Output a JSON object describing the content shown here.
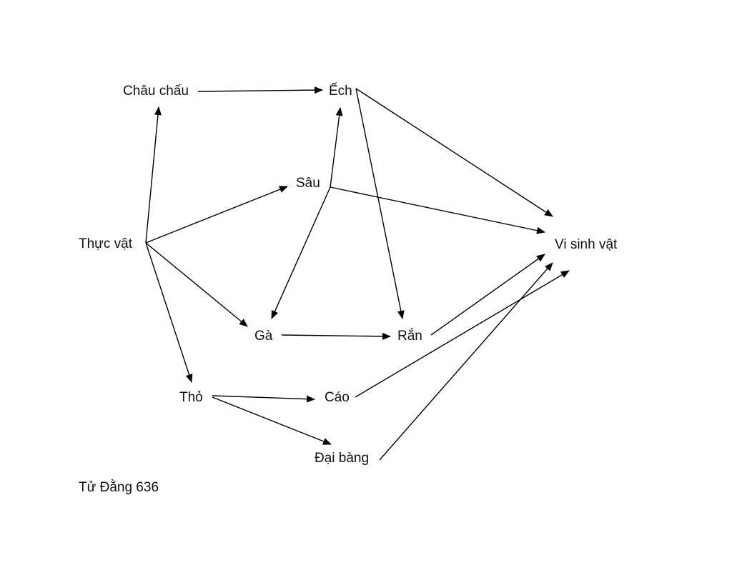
{
  "diagram": {
    "nodes": {
      "thuc_vat": "Thực vật",
      "chau_chau": "Châu chấu",
      "ech": "Ếch",
      "sau": "Sâu",
      "ga": "Gà",
      "ran": "Rắn",
      "tho": "Thỏ",
      "cao": "Cáo",
      "dai_bang": "Đại bàng",
      "vi_sinh_vat": "Vi sinh vật"
    },
    "edges": [
      [
        "thuc_vat",
        "chau_chau"
      ],
      [
        "thuc_vat",
        "sau"
      ],
      [
        "thuc_vat",
        "ga"
      ],
      [
        "thuc_vat",
        "tho"
      ],
      [
        "chau_chau",
        "ech"
      ],
      [
        "sau",
        "ech"
      ],
      [
        "sau",
        "ga"
      ],
      [
        "sau",
        "vi_sinh_vat"
      ],
      [
        "ech",
        "ran"
      ],
      [
        "ech",
        "vi_sinh_vat"
      ],
      [
        "ga",
        "ran"
      ],
      [
        "ran",
        "vi_sinh_vat"
      ],
      [
        "tho",
        "cao"
      ],
      [
        "tho",
        "dai_bang"
      ],
      [
        "cao",
        "vi_sinh_vat"
      ],
      [
        "dai_bang",
        "vi_sinh_vat"
      ]
    ]
  },
  "credit": "Tử Đằng 636",
  "colors": {
    "line": "#000000",
    "text": "#111111"
  }
}
